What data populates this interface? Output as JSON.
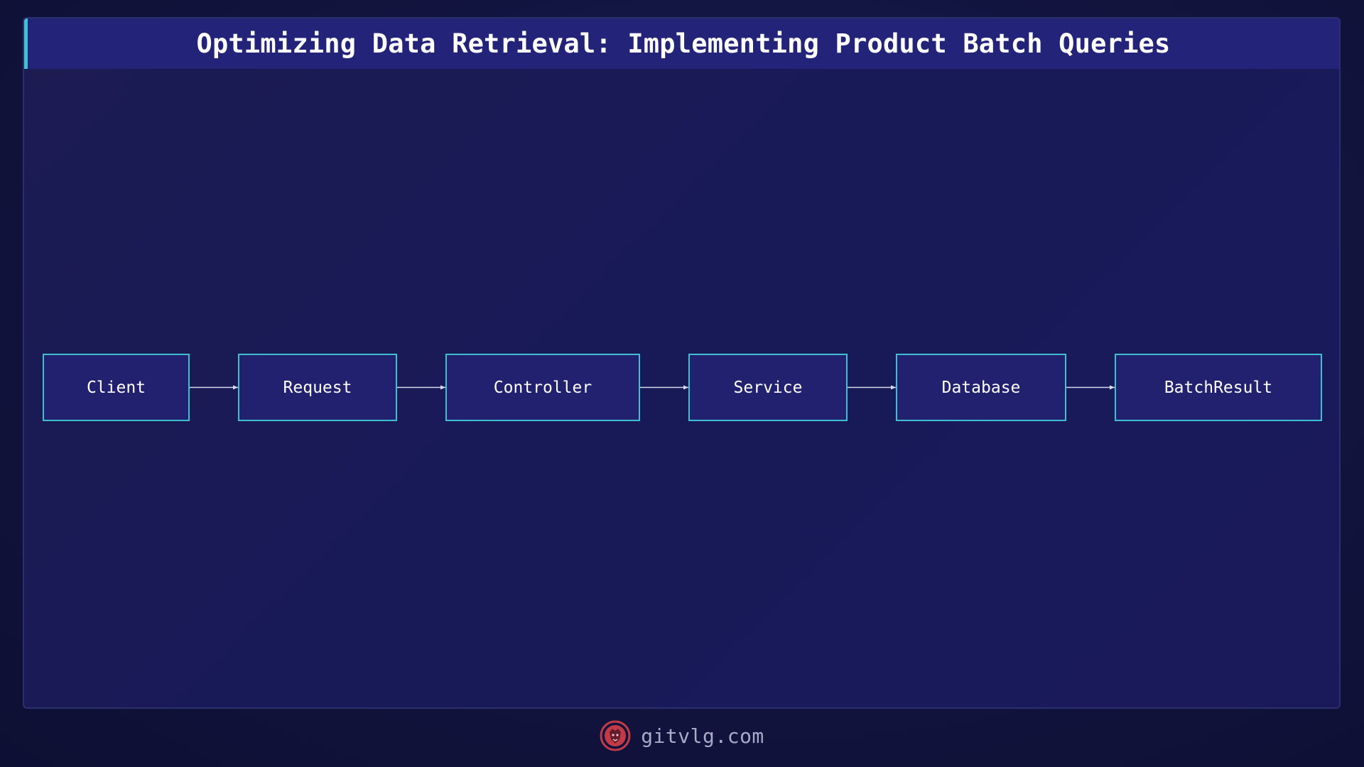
{
  "title": "Optimizing Data Retrieval: Implementing Product Batch Queries",
  "diagram": {
    "nodes": [
      {
        "id": "client",
        "label": "Client"
      },
      {
        "id": "request",
        "label": "Request"
      },
      {
        "id": "controller",
        "label": "Controller"
      },
      {
        "id": "service",
        "label": "Service"
      },
      {
        "id": "database",
        "label": "Database"
      },
      {
        "id": "batchresult",
        "label": "BatchResult"
      }
    ],
    "edges": [
      {
        "from": "client",
        "to": "request"
      },
      {
        "from": "request",
        "to": "controller"
      },
      {
        "from": "controller",
        "to": "service"
      },
      {
        "from": "service",
        "to": "database"
      },
      {
        "from": "database",
        "to": "batchresult"
      }
    ]
  },
  "footer": {
    "site": "gitvlg.com",
    "logo_icon": "lion-head-icon"
  },
  "colors": {
    "node_border": "#3fbfd0",
    "node_fill": "#21216f",
    "title_accent": "#3fc3d1",
    "logo": "#c23a47"
  }
}
